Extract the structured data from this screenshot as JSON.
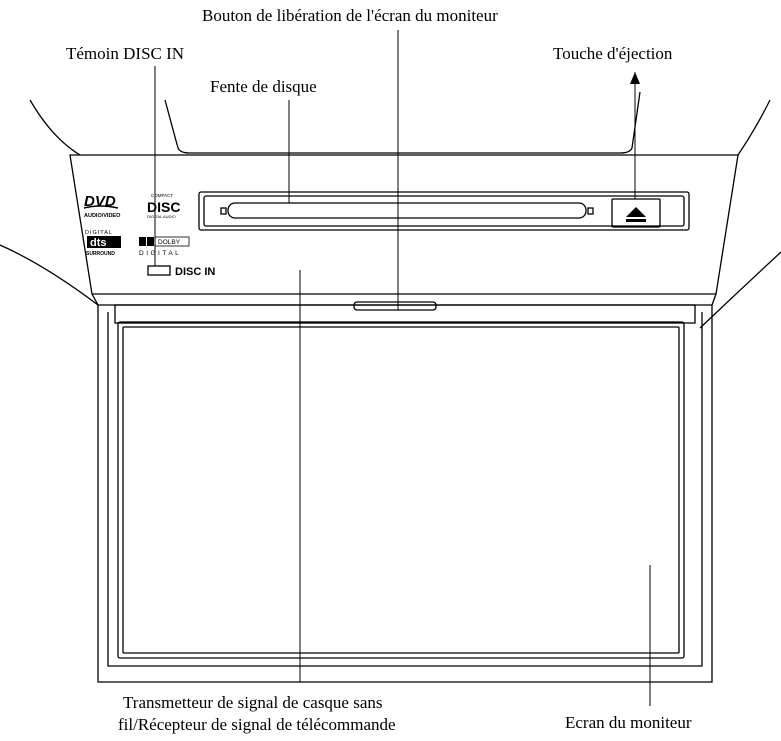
{
  "labels": {
    "monitor_release_button": "Bouton de libération de l'écran du moniteur",
    "disc_in_indicator": "Témoin DISC IN",
    "eject_button": "Touche d'éjection",
    "disc_slot": "Fente de disque",
    "transmitter_line1": "Transmetteur de signal de casque sans",
    "transmitter_line2": "fil/Récepteur de signal de télécommande",
    "monitor_screen": "Ecran du moniteur"
  },
  "device": {
    "disc_in_text": "DISC IN",
    "logos": {
      "dvd": "DVD",
      "audio_video": "AUDIO/VIDEO",
      "compact": "COMPACT",
      "disc": "DISC",
      "digital_audio": "DIGITAL AUDIO",
      "digital": "DIGITAL",
      "dts": "dts",
      "surround": "SURROUND",
      "dolby": "DOLBY",
      "dolby_digital": "DIGITAL"
    },
    "eject_symbol": "⏏"
  }
}
